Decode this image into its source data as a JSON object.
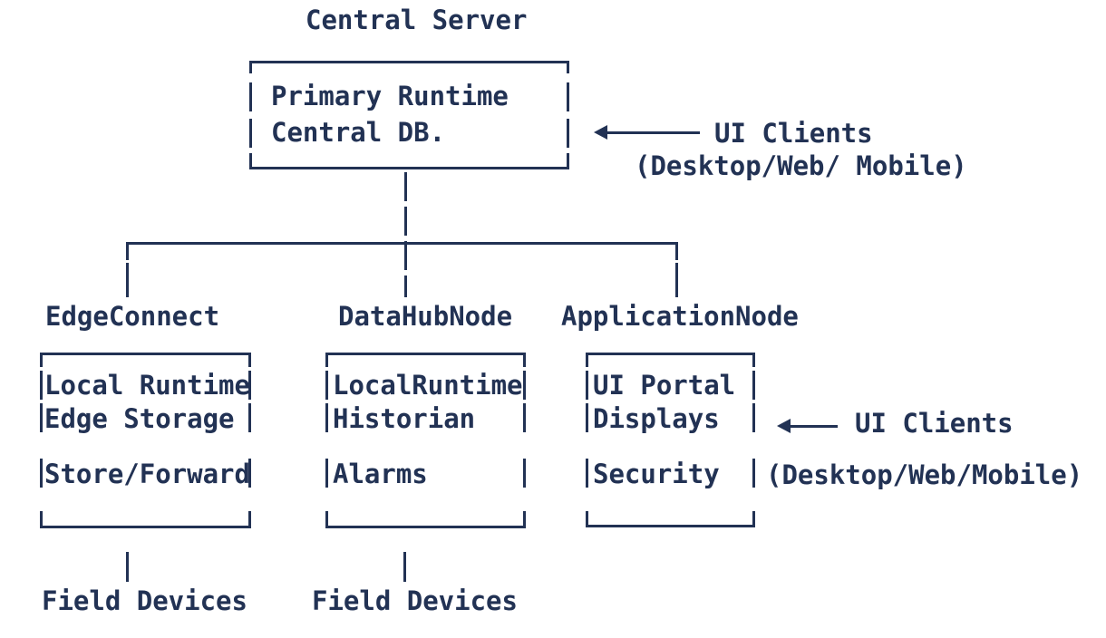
{
  "colors": {
    "ink": "#223254",
    "background": "#ffffff"
  },
  "diagram": {
    "central": {
      "title": "Central Server",
      "lines": [
        "Primary Runtime",
        "Central DB."
      ],
      "annotation": [
        "UI Clients",
        "(Desktop/Web/ Mobile)"
      ]
    },
    "children": [
      {
        "title": "EdgeConnect",
        "lines": [
          "Local Runtime",
          "Edge Storage",
          "Store/Forward"
        ],
        "below": "Field Devices"
      },
      {
        "title": "DataHubNode",
        "lines": [
          "LocalRuntime",
          "Historian",
          "Alarms"
        ],
        "below": "Field Devices"
      },
      {
        "title": "ApplicationNode",
        "lines": [
          "UI Portal",
          "Displays",
          "Security"
        ],
        "annotation": [
          "UI Clients",
          "(Desktop/Web/Mobile)"
        ]
      }
    ]
  }
}
